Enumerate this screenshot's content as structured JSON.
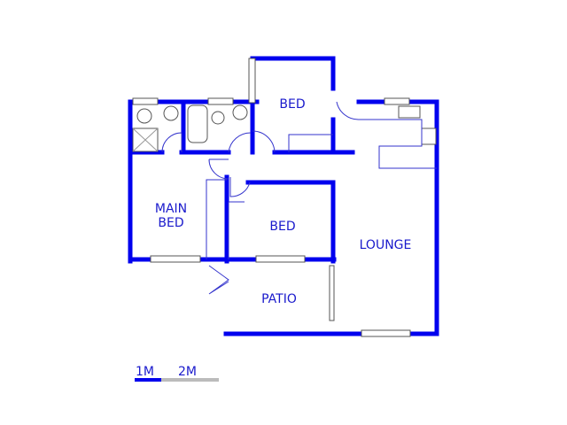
{
  "rooms": {
    "bed_top": "BED",
    "main_bed": "MAIN\nBED",
    "bed_lower": "BED",
    "lounge": "LOUNGE",
    "patio": "PATIO"
  },
  "scale": {
    "one": "1M",
    "two": "2M"
  },
  "colors": {
    "wall": "#0000ee",
    "label": "#1a1acc"
  }
}
